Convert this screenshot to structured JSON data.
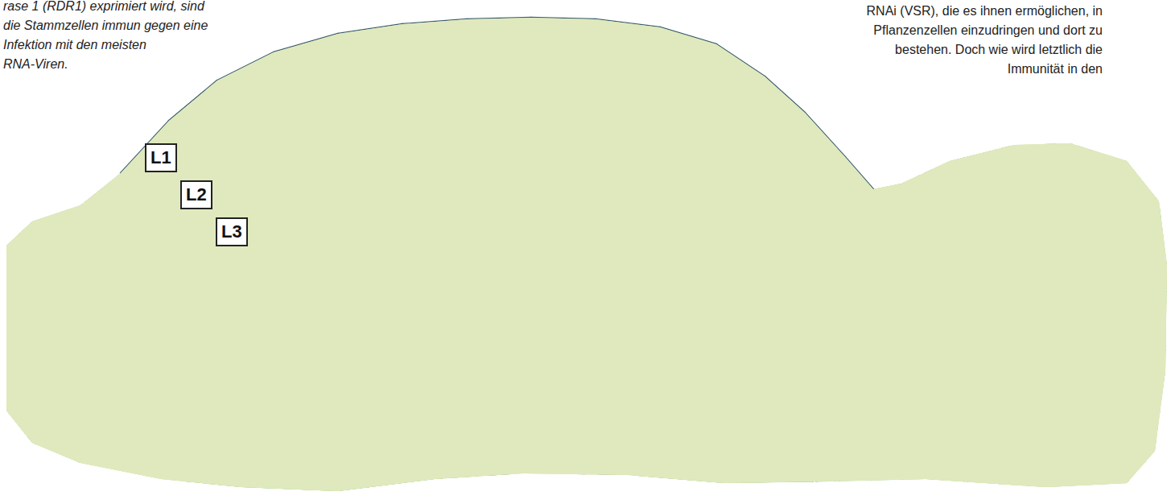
{
  "diagram": {
    "nodes": [
      {
        "text": [
          "L1"
        ]
      },
      {
        "text": [
          "L2"
        ]
      },
      {
        "text": [
          "L3"
        ]
      }
    ],
    "labels": [
      "rase 1 (RDR1) exprimiert wird, sind die Stammzellen immun gegen eine Infektion mit den meisten RNA-Viren.",
      "RNAi (VSR), die es ihnen ermöglichen, in Pflanzenzellen einzudringen und dort zu bestehen. Doch wie wird letztlich die Immunität in den"
    ]
  }
}
